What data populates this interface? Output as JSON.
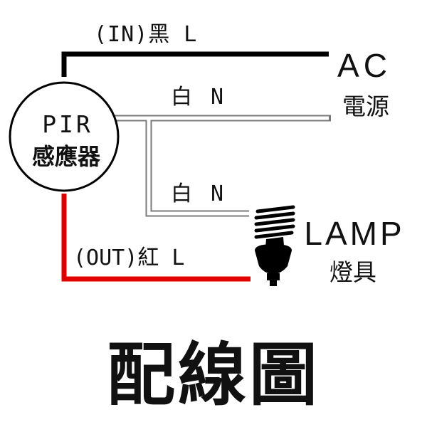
{
  "sensor": {
    "line1": "PIR",
    "line2": "感應器"
  },
  "wires": {
    "in_label": "(IN)黑 L",
    "neutral_top_label": "白 N",
    "neutral_bottom_label": "白 N",
    "out_label": "(OUT)紅 L"
  },
  "source": {
    "title": "AC",
    "subtitle": "電源"
  },
  "load": {
    "title": "LAMP",
    "subtitle": "燈具"
  },
  "caption": "配線圖",
  "colors": {
    "live_in": "#000000",
    "neutral_outline": "#7a7a7a",
    "live_out": "#e00000",
    "background": "#ffffff"
  },
  "icons": [
    "lamp-bulb-icon"
  ]
}
